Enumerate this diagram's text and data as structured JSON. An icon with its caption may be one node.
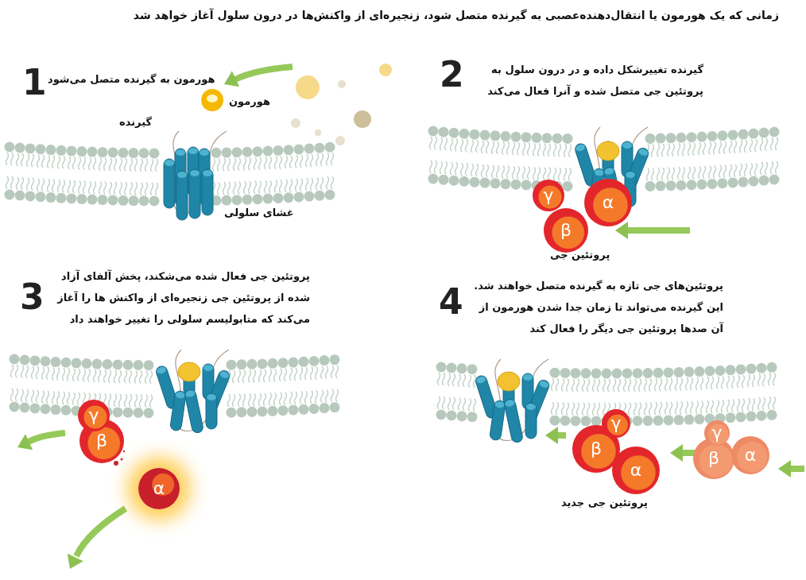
{
  "diagram": {
    "title": "زمانی که یک هورمون یا انتقال‌دهنده‌عصبی به گیرنده متصل شود، زنجیره‌ای از واکنش‌ها در درون سلول آغاز خواهد شد",
    "nodes": [
      {
        "text": [
          "γ"
        ]
      },
      {
        "text": [
          "β"
        ]
      },
      {
        "text": [
          "α"
        ]
      },
      {
        "text": [
          "γ"
        ]
      },
      {
        "text": [
          "β"
        ]
      },
      {
        "text": [
          "α"
        ]
      },
      {
        "text": [
          "γ"
        ]
      },
      {
        "text": [
          "β"
        ]
      },
      {
        "text": [
          "α"
        ]
      },
      {
        "text": [
          "γ"
        ]
      },
      {
        "text": [
          "β"
        ]
      },
      {
        "text": [
          "α"
        ]
      }
    ],
    "labels": [
      "1",
      "هورمون به گیرنده متصل می‌شود",
      "هورمون",
      "گیرنده",
      "غشای سلولی",
      "2",
      "گیرنده تغییرشکل داده و در درون سلول به پروتئین جی متصل شده و آنرا فعال می‌کند",
      "پروتئین جی",
      "3",
      "پروتئین جی فعال شده می‌شکند، پخش آلفای آزاد شده از پروتئین جی زنجیره‌ای از واکنش ها را آغاز می‌کند که متابولیسم سلولی را تغییر خواهند داد",
      "4",
      "پروتئین‌های جی تازه به گیرنده متصل خواهند شد. این گیرنده می‌تواند تا زمان جدا شدن هورمون از آن صدها پروتئین جی دیگر را فعال کند",
      "پروتئین جی جدید"
    ]
  }
}
